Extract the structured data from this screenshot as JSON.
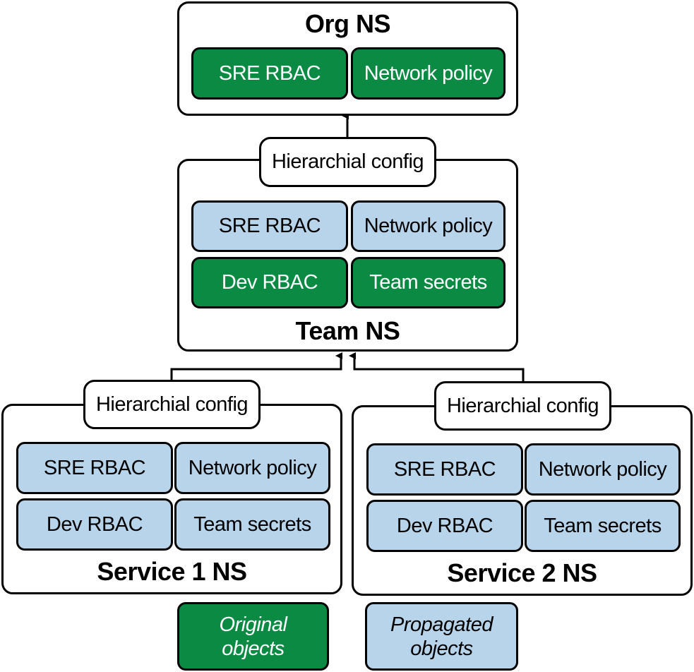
{
  "colors": {
    "original": "#0b8a44",
    "propagated": "#b8d4ea",
    "border": "#000000"
  },
  "org": {
    "title": "Org NS",
    "objects": [
      {
        "label": "SRE RBAC",
        "kind": "original"
      },
      {
        "label": "Network policy",
        "kind": "original"
      }
    ]
  },
  "team": {
    "title": "Team NS",
    "config_label": "Hierarchial config",
    "objects": [
      {
        "label": "SRE RBAC",
        "kind": "propagated"
      },
      {
        "label": "Network policy",
        "kind": "propagated"
      },
      {
        "label": "Dev RBAC",
        "kind": "original"
      },
      {
        "label": "Team secrets",
        "kind": "original"
      }
    ]
  },
  "service1": {
    "title": "Service 1 NS",
    "config_label": "Hierarchial config",
    "objects": [
      {
        "label": "SRE RBAC",
        "kind": "propagated"
      },
      {
        "label": "Network policy",
        "kind": "propagated"
      },
      {
        "label": "Dev RBAC",
        "kind": "propagated"
      },
      {
        "label": "Team secrets",
        "kind": "propagated"
      }
    ]
  },
  "service2": {
    "title": "Service 2 NS",
    "config_label": "Hierarchial config",
    "objects": [
      {
        "label": "SRE RBAC",
        "kind": "propagated"
      },
      {
        "label": "Network policy",
        "kind": "propagated"
      },
      {
        "label": "Dev RBAC",
        "kind": "propagated"
      },
      {
        "label": "Team secrets",
        "kind": "propagated"
      }
    ]
  },
  "legend": {
    "original_line1": "Original",
    "original_line2": "objects",
    "propagated_line1": "Propagated",
    "propagated_line2": "objects"
  }
}
